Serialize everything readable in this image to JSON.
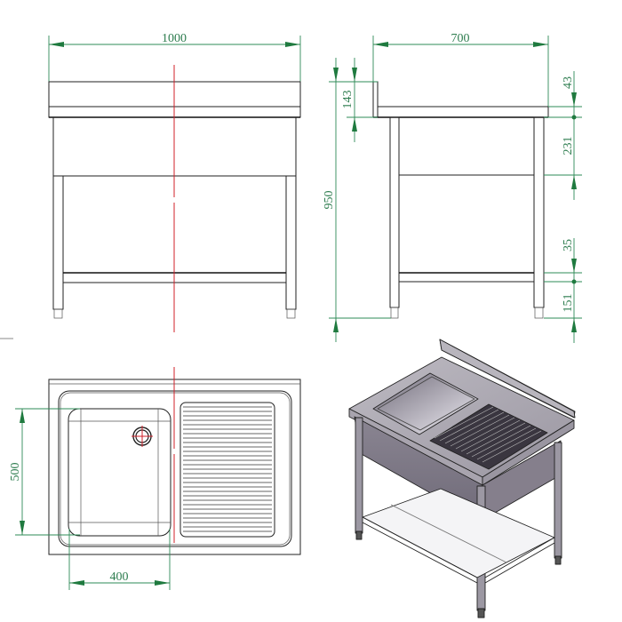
{
  "drawing": {
    "subject": "Stainless steel single sink table with drainboard and undershelf",
    "colors": {
      "dimension": "#2e8b57",
      "dimension_text": "#2e7d4f",
      "centerline": "#d0202a",
      "outline": "#222222",
      "iso_fill": "#8a8590"
    }
  },
  "front_view": {
    "width_dim": "1000"
  },
  "side_view": {
    "depth_dim": "700",
    "total_height_dim": "950",
    "backsplash_dim": "143",
    "top_thickness_dim": "43",
    "apron_dim": "231",
    "shelf_dim": "35",
    "foot_dim": "151"
  },
  "top_view": {
    "bowl_depth_dim": "500",
    "bowl_width_dim": "400"
  },
  "iso_view": {
    "label": ""
  }
}
